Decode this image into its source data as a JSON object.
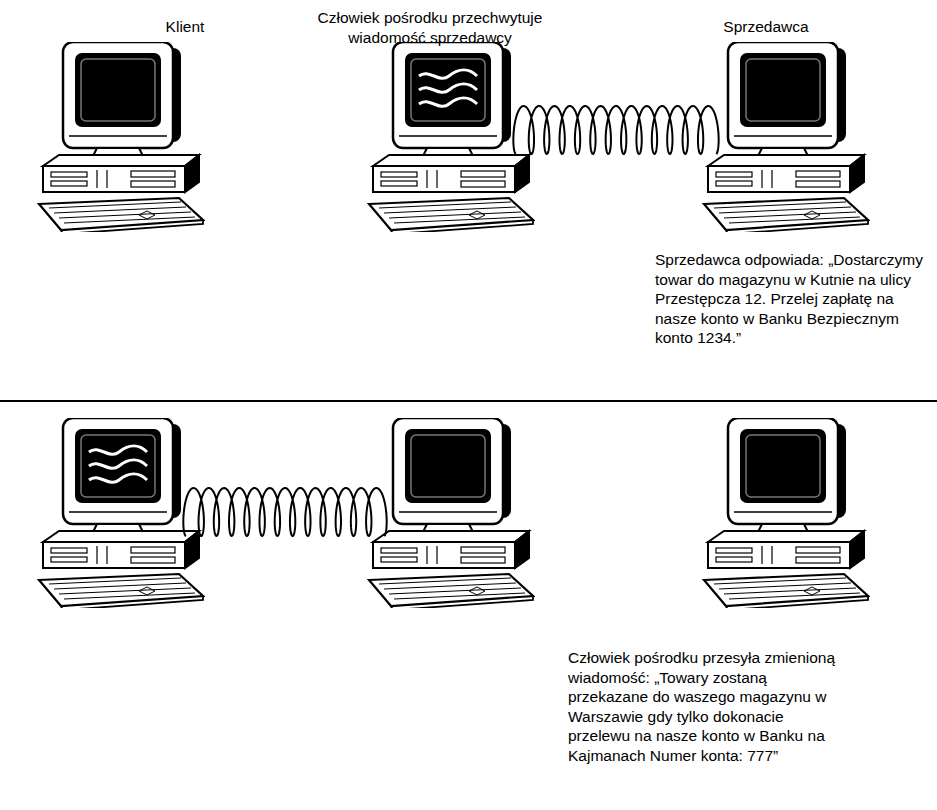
{
  "diagram": {
    "labels": [
      "Człowiek pośrodku przechwytuje wiadomość sprzedawcy",
      "Klient",
      "Sprzedawca",
      "Sprzedawca odpowiada: „Dostarczymy towar do magazynu w Kutnie na ulicy Przestępcza 12. Przelej zapłatę na nasze konto w Banku Bezpiecznym konto 1234.”",
      "Człowiek pośrodku przesyła zmienioną wiadomość: „Towary zostaną przekazane do waszego magazynu w Warszawie gdy tylko dokonacie przelewu na nasze konto w Banku na Kajmanach Numer konta: 777”"
    ]
  }
}
